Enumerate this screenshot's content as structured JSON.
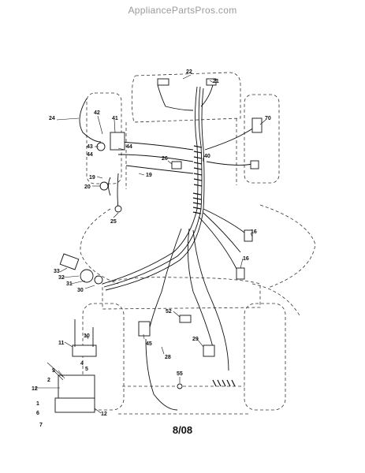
{
  "watermark": "AppliancePartsPros.com",
  "date_code": "8/08",
  "part_labels": [
    "22",
    "21",
    "24",
    "42",
    "41",
    "70",
    "43",
    "44",
    "44",
    "26",
    "40",
    "19",
    "19",
    "20",
    "25",
    "16",
    "16",
    "33",
    "32",
    "31",
    "30",
    "52",
    "11",
    "10",
    "45",
    "29",
    "28",
    "4",
    "5",
    "3",
    "2",
    "12",
    "1",
    "6",
    "7",
    "12",
    "55"
  ],
  "colors": {
    "ink": "#111111",
    "watermark": "#9a9a9a",
    "background": "#ffffff"
  }
}
